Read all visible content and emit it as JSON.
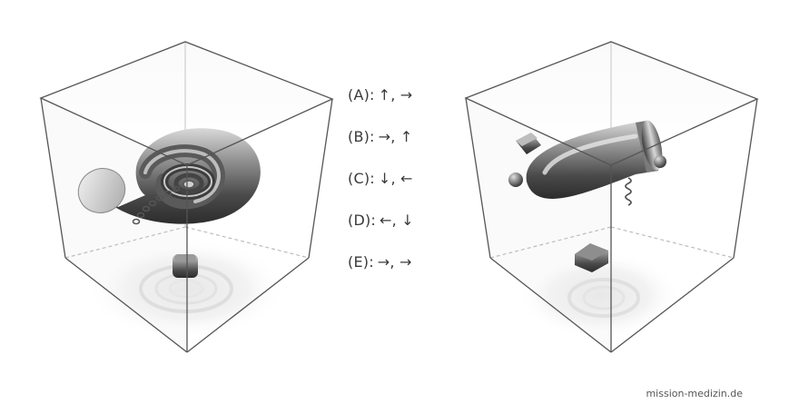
{
  "options": [
    {
      "label": "(A):",
      "answer": "↑, →"
    },
    {
      "label": "(B):",
      "answer": "→, ↑"
    },
    {
      "label": "(C):",
      "answer": "↓, ←"
    },
    {
      "label": "(D):",
      "answer": "←, ↓"
    },
    {
      "label": "(E):",
      "answer": "→, →"
    }
  ],
  "credit": "mission-medizin.de"
}
